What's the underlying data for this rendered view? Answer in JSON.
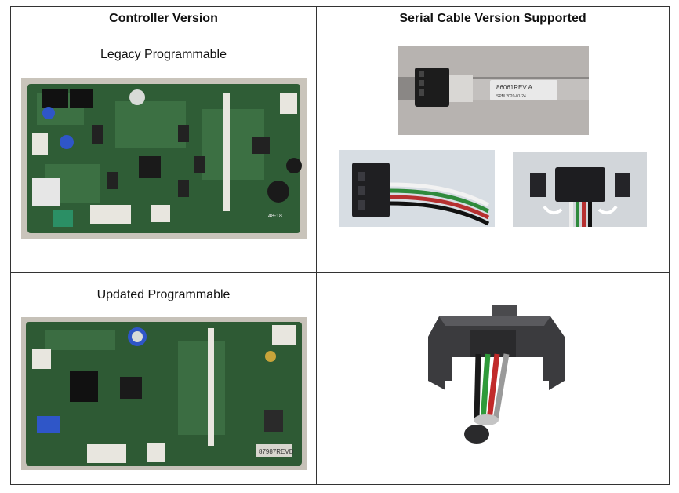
{
  "table": {
    "headers": [
      "Controller Version",
      "Serial Cable Version Supported"
    ],
    "rows": [
      {
        "controller_label": "Legacy Programmable",
        "board_photo": {
          "board_text": [
            "48-18"
          ]
        },
        "cable_photos": [
          {
            "label_text": [
              "86061REV A",
              "SPM 2020-01-24"
            ]
          },
          {},
          {}
        ]
      },
      {
        "controller_label": "Updated Programmable",
        "board_photo": {
          "board_text": [
            "87987REVD"
          ]
        },
        "cable_render": {}
      }
    ]
  },
  "colors": {
    "board_green": "#2e5a34",
    "frame": "#333333"
  }
}
